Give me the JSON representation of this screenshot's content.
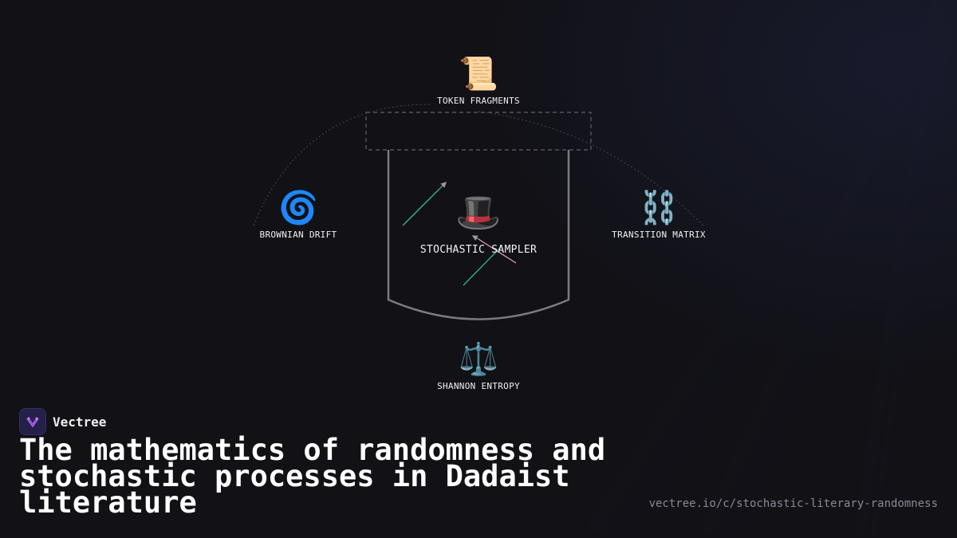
{
  "diagram": {
    "nodes": {
      "top": {
        "icon": "scroll-icon",
        "glyph": "📜",
        "label": "TOKEN FRAGMENTS"
      },
      "left": {
        "icon": "cyclone-icon",
        "glyph": "🌀",
        "label": "BROWNIAN DRIFT"
      },
      "right": {
        "icon": "chains-icon",
        "glyph": "⛓️",
        "label": "TRANSITION MATRIX"
      },
      "bottom": {
        "icon": "balance-scale-icon",
        "glyph": "⚖️",
        "label": "SHANNON ENTROPY"
      },
      "center": {
        "icon": "top-hat-icon",
        "glyph": "🎩",
        "label": "STOCHASTIC SAMPLER"
      }
    },
    "colors": {
      "hat_outline": "#7a7a80",
      "dashed": "#55555c",
      "arrow_teal": "#2fd3a8",
      "arrow_grey": "#9a9aa2"
    }
  },
  "brand": {
    "name": "Vectree",
    "logo_icon": "vectree-logo-icon",
    "logo_color": "#a46cff"
  },
  "headline": "The mathematics of randomness and stochastic processes in Dadaist literature",
  "url": "vectree.io/c/stochastic-literary-randomness"
}
